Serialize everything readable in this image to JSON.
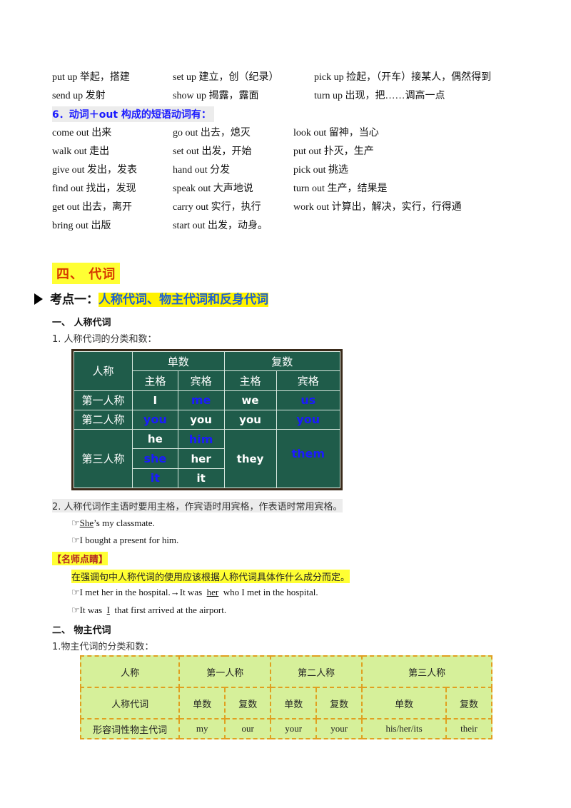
{
  "up_phrases": [
    [
      "put up 举起，搭建",
      "set up 建立，创（纪录）",
      "pick up 捡起，（开车）接某人，偶然得到"
    ],
    [
      "send up 发射",
      "show up 揭露，露面",
      "turn up 出现，把……调高一点"
    ]
  ],
  "out_heading": "6．动词＋out 构成的短语动词有：",
  "out_phrases": [
    [
      "come out 出来",
      "go out 出去，熄灭",
      "look out 留神，当心"
    ],
    [
      "walk out 走出",
      "set out 出发，开始",
      "put out 扑灭，生产"
    ],
    [
      "give out 发出，发表",
      "hand out 分发",
      "pick out 挑选"
    ],
    [
      "find out 找出，发现",
      "speak out 大声地说",
      "turn out 生产，结果是"
    ],
    [
      "get out 出去，离开",
      "carry out 实行，执行",
      "work out 计算出，解决，实行，行得通"
    ],
    [
      "bring out 出版",
      "start out 出发，动身。",
      ""
    ]
  ],
  "section4": "四、 代词",
  "kaodian_prefix": "考点一：",
  "kaodian_title": "人称代词、物主代词和反身代词",
  "sub1": "一、  人称代词",
  "note1": "1. 人称代词的分类和数：",
  "pronoun_table": {
    "col_person": "人称",
    "singular": "单数",
    "plural": "复数",
    "nom": "主格",
    "acc": "宾格",
    "rows": [
      {
        "label": "第一人称",
        "sg_nom": "I",
        "sg_acc": "me",
        "pl_nom": "we",
        "pl_acc": "us"
      },
      {
        "label": "第二人称",
        "sg_nom": "you",
        "sg_acc": "you",
        "pl_nom": "you",
        "pl_acc": "you"
      },
      {
        "label": "第三人称",
        "sg_nom": [
          "he",
          "she",
          "it"
        ],
        "sg_acc": [
          "him",
          "her",
          "it"
        ],
        "pl_nom": "they",
        "pl_acc": "them"
      }
    ]
  },
  "note2": "2. 人称代词作主语时要用主格，作宾语时用宾格，作表语时常用宾格。",
  "ex1_pron": "She",
  "ex1_rest": "’s my classmate.",
  "ex2": "I bought a present for him.",
  "tip_label": "【名师点睛】",
  "tip_text": "在强调句中人称代词的使用应该根据人称代词具体作什么成分而定。",
  "ex3_a": "I met her in the hospital.→It was",
  "ex3_b": "her",
  "ex3_c": "who I met in the hospital.",
  "ex4_a": "It was",
  "ex4_b": "I",
  "ex4_c": "that first arrived at the airport.",
  "sub2": "二、  物主代词",
  "note3": "1.物主代词的分类和数：",
  "poss_table": {
    "h_person": "人称",
    "h_first": "第一人称",
    "h_second": "第二人称",
    "h_third": "第三人称",
    "r2_label": "人称代词",
    "sg": "单数",
    "pl": "复数",
    "r3_label": "形容词性物主代词",
    "values": [
      "my",
      "our",
      "your",
      "your",
      "his/her/its",
      "their"
    ]
  },
  "colors": {
    "heading_blue": "#1a1aff",
    "highlight": "#ffff33",
    "board_green": "#1f5c4a",
    "table_lime": "#d6f09a"
  }
}
